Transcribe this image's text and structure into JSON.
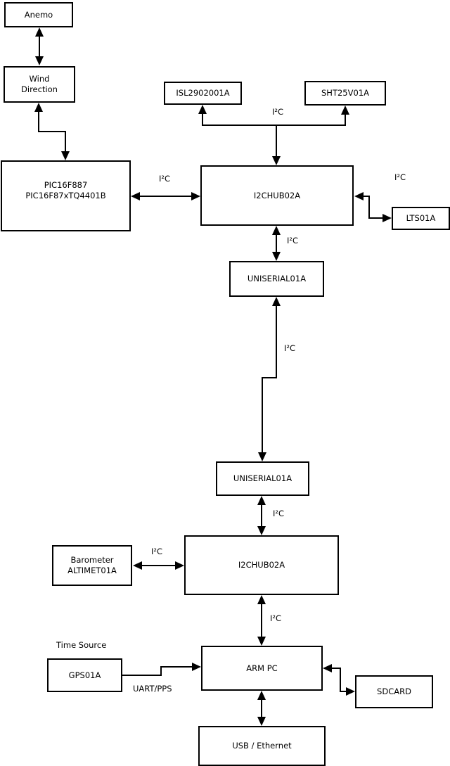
{
  "diagram": {
    "nodes": {
      "anemo": {
        "label": "Anemo"
      },
      "wind": {
        "label": "Wind\nDirection"
      },
      "pic": {
        "label": "PIC16F887\nPIC16F87xTQ4401B"
      },
      "isl": {
        "label": "ISL2902001A"
      },
      "sht": {
        "label": "SHT25V01A"
      },
      "hub1": {
        "label": "I2CHUB02A"
      },
      "lts": {
        "label": "LTS01A"
      },
      "uniserial1": {
        "label": "UNISERIAL01A"
      },
      "uniserial2": {
        "label": "UNISERIAL01A"
      },
      "hub2": {
        "label": "I2CHUB02A"
      },
      "barometer": {
        "label": "Barometer\nALTIMET01A"
      },
      "armpc": {
        "label": "ARM PC"
      },
      "gps": {
        "label": "GPS01A"
      },
      "sdcard": {
        "label": "SDCARD"
      },
      "usb": {
        "label": "USB / Ethernet"
      }
    },
    "labels": {
      "time_source": "Time Source",
      "uart_pps": "UART/PPS",
      "i2c_top": "I²C",
      "i2c_pic_hub1": "I²C",
      "i2c_hub1_lts": "I²C",
      "i2c_hub1_uniserial1": "I²C",
      "i2c_uniserial_link": "I²C",
      "i2c_uniserial2_hub2": "I²C",
      "i2c_barometer_hub2": "I²C",
      "i2c_hub2_armpc": "I²C"
    },
    "edges": [
      {
        "from": "Anemo",
        "to": "Wind Direction",
        "style": "bidirectional"
      },
      {
        "from": "Wind Direction",
        "to": "PIC16F887 PIC16F87xTQ4401B",
        "style": "bidirectional"
      },
      {
        "from": "PIC16F887 PIC16F87xTQ4401B",
        "to": "I2CHUB02A (upper)",
        "label": "I²C",
        "style": "bidirectional"
      },
      {
        "from": "I2CHUB02A (upper)",
        "to": "ISL2902001A",
        "label": "I²C",
        "style": "bidirectional"
      },
      {
        "from": "I2CHUB02A (upper)",
        "to": "SHT25V01A",
        "label": "I²C",
        "style": "bidirectional"
      },
      {
        "from": "I2CHUB02A (upper)",
        "to": "LTS01A",
        "label": "I²C",
        "style": "bidirectional"
      },
      {
        "from": "I2CHUB02A (upper)",
        "to": "UNISERIAL01A (upper)",
        "label": "I²C",
        "style": "bidirectional"
      },
      {
        "from": "UNISERIAL01A (upper)",
        "to": "UNISERIAL01A (lower)",
        "label": "I²C",
        "style": "bidirectional"
      },
      {
        "from": "UNISERIAL01A (lower)",
        "to": "I2CHUB02A (lower)",
        "label": "I²C",
        "style": "bidirectional"
      },
      {
        "from": "Barometer ALTIMET01A",
        "to": "I2CHUB02A (lower)",
        "label": "I²C",
        "style": "bidirectional"
      },
      {
        "from": "I2CHUB02A (lower)",
        "to": "ARM PC",
        "label": "I²C",
        "style": "bidirectional"
      },
      {
        "from": "GPS01A",
        "to": "ARM PC",
        "label": "UART/PPS",
        "style": "directed"
      },
      {
        "from": "ARM PC",
        "to": "SDCARD",
        "style": "bidirectional"
      },
      {
        "from": "ARM PC",
        "to": "USB / Ethernet",
        "style": "bidirectional"
      }
    ],
    "colors": {
      "line": "#000000",
      "background": "#ffffff",
      "node_fill": "#ffffff",
      "text": "#000000"
    }
  }
}
